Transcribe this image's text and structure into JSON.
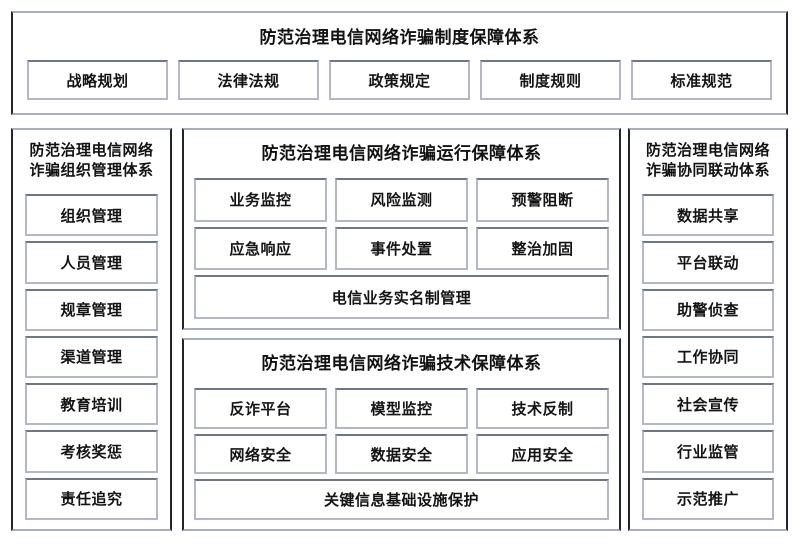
{
  "colors": {
    "panel_border_dark": "#22252b",
    "panel_border_light": "#a9aebc",
    "cell_border_top": "#6f7685",
    "cell_border": "#b3b8c4",
    "background": "#ffffff",
    "text": "#141414"
  },
  "top_panel": {
    "title": "防范治理电信网络诈骗制度保障体系",
    "items": [
      "战略规划",
      "法律法规",
      "政策规定",
      "制度规则",
      "标准规范"
    ]
  },
  "left_panel": {
    "title": "防范治理电信网络\n诈骗组织管理体系",
    "items": [
      "组织管理",
      "人员管理",
      "规章管理",
      "渠道管理",
      "教育培训",
      "考核奖惩",
      "责任追究"
    ]
  },
  "middle_top_panel": {
    "title": "防范治理电信网络诈骗运行保障体系",
    "rows": [
      [
        "业务监控",
        "风险监测",
        "预警阻断"
      ],
      [
        "应急响应",
        "事件处置",
        "整治加固"
      ]
    ],
    "wide_item": "电信业务实名制管理"
  },
  "middle_bottom_panel": {
    "title": "防范治理电信网络诈骗技术保障体系",
    "rows": [
      [
        "反诈平台",
        "模型监控",
        "技术反制"
      ],
      [
        "网络安全",
        "数据安全",
        "应用安全"
      ]
    ],
    "wide_item": "关键信息基础设施保护"
  },
  "right_panel": {
    "title": "防范治理电信网络\n诈骗协同联动体系",
    "items": [
      "数据共享",
      "平台联动",
      "助警侦查",
      "工作协同",
      "社会宣传",
      "行业监管",
      "示范推广"
    ]
  }
}
